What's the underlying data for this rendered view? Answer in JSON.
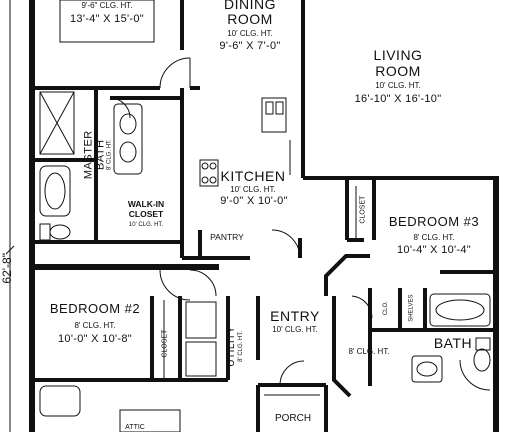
{
  "overall_dimension": "62'-8\"",
  "rooms": {
    "master_bedroom": {
      "ceiling": "9'-6\" CLG. HT.",
      "size": "13'-4\" X 15'-0\""
    },
    "dining": {
      "name_line1": "DINING",
      "name_line2": "ROOM",
      "ceiling": "10' CLG. HT.",
      "size": "9'-6\" X 7'-0\""
    },
    "living": {
      "name_line1": "LIVING",
      "name_line2": "ROOM",
      "ceiling": "10' CLG. HT.",
      "size": "16'-10\" X 16'-10\""
    },
    "master_bath": {
      "name_line1": "MASTER",
      "name_line2": "BATH",
      "ceiling": "8' CLG. HT."
    },
    "walk_in_closet": {
      "name_line1": "WALK-IN",
      "name_line2": "CLOSET",
      "ceiling": "10' CLG. HT."
    },
    "kitchen": {
      "name": "KITCHEN",
      "ceiling": "10' CLG. HT.",
      "size": "9'-0\" X 10'-0\""
    },
    "pantry": {
      "name": "PANTRY"
    },
    "bedroom3": {
      "name": "BEDROOM #3",
      "ceiling": "8' CLG. HT.",
      "size": "10'-4\" X 10'-4\""
    },
    "closet_bed3": {
      "name": "CLOSET"
    },
    "bedroom2": {
      "name": "BEDROOM #2",
      "ceiling": "8' CLG. HT.",
      "size": "10'-0\" X 10'-8\""
    },
    "closet_bed2": {
      "name": "CLOSET"
    },
    "utility": {
      "name": "UTILITY",
      "ceiling": "8' CLG. HT."
    },
    "entry": {
      "name": "ENTRY",
      "ceiling": "10' CLG. HT."
    },
    "hall": {
      "ceiling": "8' CLG. HT."
    },
    "closet_small": {
      "name": "CLO."
    },
    "shelves": {
      "name": "SHELVES"
    },
    "bath": {
      "name": "BATH"
    },
    "porch": {
      "name": "PORCH"
    },
    "attic": {
      "name": "ATTIC"
    }
  }
}
